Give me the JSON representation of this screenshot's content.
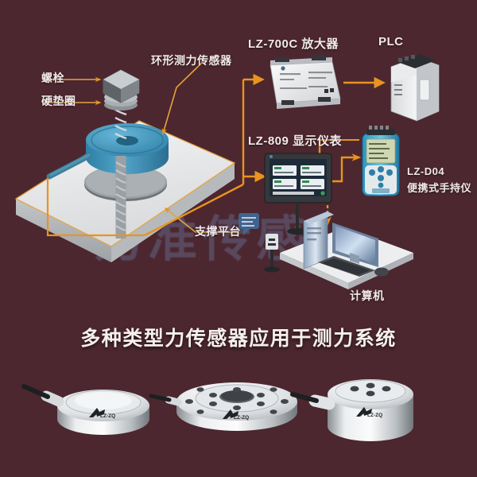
{
  "meta": {
    "background_color": "#4c272f",
    "accent_color": "#e8941f",
    "text_color": "#f2eaea",
    "sensor_color": "#3a8fb7",
    "platform_color": "#e8e9ea"
  },
  "watermark": {
    "text": "力准传感"
  },
  "headline": {
    "text": "多种类型力传感器应用于测力系统"
  },
  "labels": {
    "bolt": "螺栓",
    "washer": "硬垫圈",
    "ring_sensor": "环形测力传感器",
    "platform": "支撑平台",
    "amplifier": "LZ-700C 放大器",
    "plc": "PLC",
    "display_meter": "LZ-809 显示仪表",
    "handheld_line1": "LZ-D04",
    "handheld_line2": "便携式手持仪",
    "computer": "计算机"
  },
  "devices": [
    {
      "id": "amplifier",
      "name": "LZ-700C 放大器",
      "type": "signal-amplifier"
    },
    {
      "id": "plc",
      "name": "PLC",
      "type": "controller"
    },
    {
      "id": "display",
      "name": "LZ-809 显示仪表",
      "type": "display-meter"
    },
    {
      "id": "handheld",
      "name": "LZ-D04 便携式手持仪",
      "type": "handheld-meter"
    },
    {
      "id": "computer",
      "name": "计算机",
      "type": "workstation"
    }
  ],
  "products": [
    {
      "id": "product-1",
      "brand": "LZ-ZQ",
      "type": "cylindrical-load-cell"
    },
    {
      "id": "product-2",
      "brand": "LZ-ZQ",
      "type": "annular-flange-load-cell"
    },
    {
      "id": "product-3",
      "brand": "LZ-ZQ",
      "type": "column-load-cell"
    }
  ],
  "flow": [
    {
      "from": "ring_sensor",
      "to": "amplifier"
    },
    {
      "from": "amplifier",
      "to": "plc"
    },
    {
      "from": "ring_sensor",
      "to": "display_meter"
    },
    {
      "from": "display_meter",
      "to": "handheld"
    },
    {
      "from": "display_meter",
      "to": "computer"
    }
  ]
}
